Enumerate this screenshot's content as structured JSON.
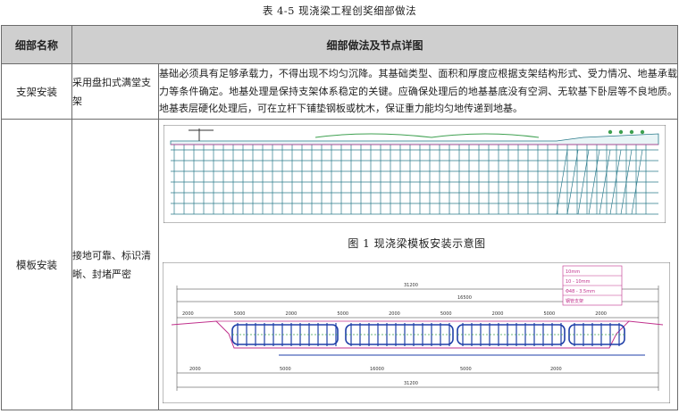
{
  "caption": "表 4-5 现浇梁工程创奖细部做法",
  "table": {
    "header_name": "细部名称",
    "header_desc": "细部做法及节点详图",
    "rows": [
      {
        "name": "支架安装",
        "brief": "采用盘扣式满堂支架",
        "desc": "基础必须具有足够承载力，不得出现不均匀沉降。其基础类型、面积和厚度应根据支架结构形式、受力情况、地基承载力等条件确定。地基处理是保持支架体系稳定的关键。应确保处理后的地基基底没有空洞、无软基下卧层等不良地质。地基表层硬化处理后，可在立杆下铺垫钢板或枕木，保证重力能均匀地传递到地基。"
      },
      {
        "name": "模板安装",
        "brief": "接地可靠、标识清晰、封堵严密",
        "figure_title": "图 1  现浇梁模板安装示意图"
      }
    ]
  },
  "figure2": {
    "notes": [
      "10mm",
      "10 - 10mm",
      "Φ48 - 3.5mm",
      "钢管支架"
    ],
    "dims_top": [
      "31200",
      "16500"
    ],
    "dims_row": [
      "2000",
      "5000",
      "2000",
      "5000",
      "2000",
      "5000",
      "2000",
      "5000",
      "2000"
    ],
    "dims_bottom": [
      "2000",
      "5000",
      "16000",
      "5000",
      "2000"
    ],
    "dims_total": "31200"
  },
  "colors": {
    "frame": "#2a7a8a",
    "beam": "#1f3fa8",
    "deck_green": "#3ea050",
    "magenta": "#c0308c",
    "header_bg": "#cfcfcf"
  }
}
